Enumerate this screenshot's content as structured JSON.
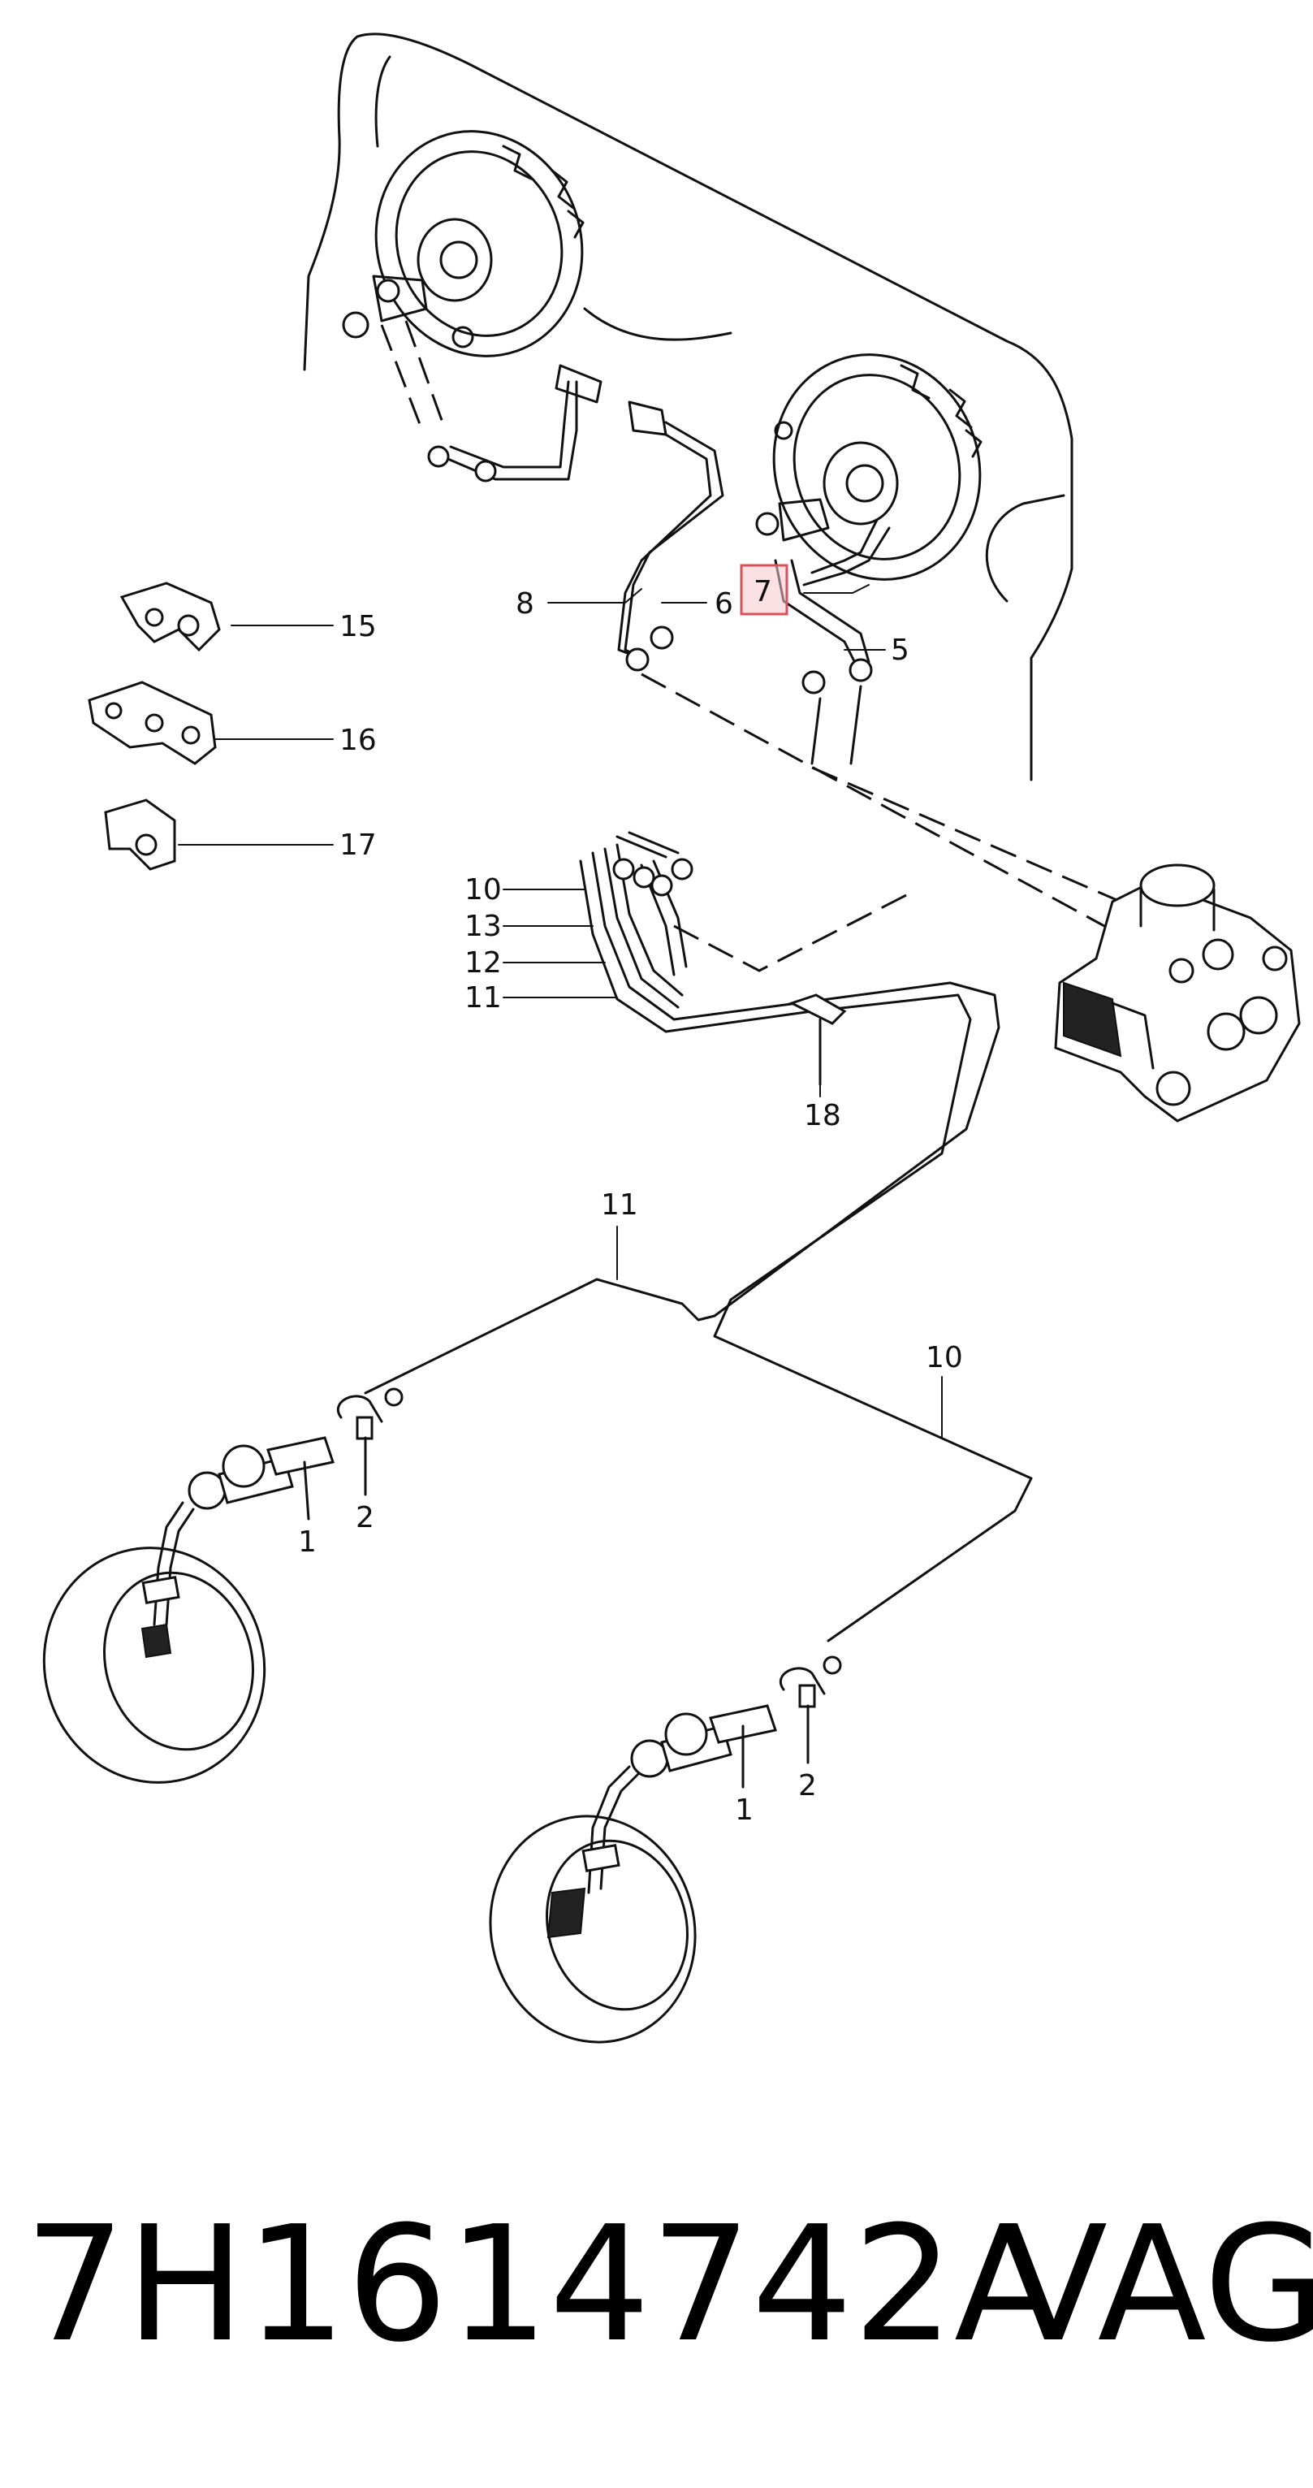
{
  "callouts": {
    "c1a": "1",
    "c1b": "1",
    "c2a": "2",
    "c2b": "2",
    "c5": "5",
    "c6": "6",
    "c7": "7",
    "c8": "8",
    "c10a": "10",
    "c10b": "10",
    "c11a": "11",
    "c11b": "11",
    "c12": "12",
    "c13": "13",
    "c15": "15",
    "c16": "16",
    "c17": "17",
    "c18": "18"
  },
  "highlighted_callout": "7",
  "footer": {
    "part_number": "7H1614742A",
    "brand": "VAG"
  },
  "colors": {
    "line": "#111111",
    "highlight_fill": "#f7c9cc",
    "highlight_stroke": "#d9505a"
  }
}
